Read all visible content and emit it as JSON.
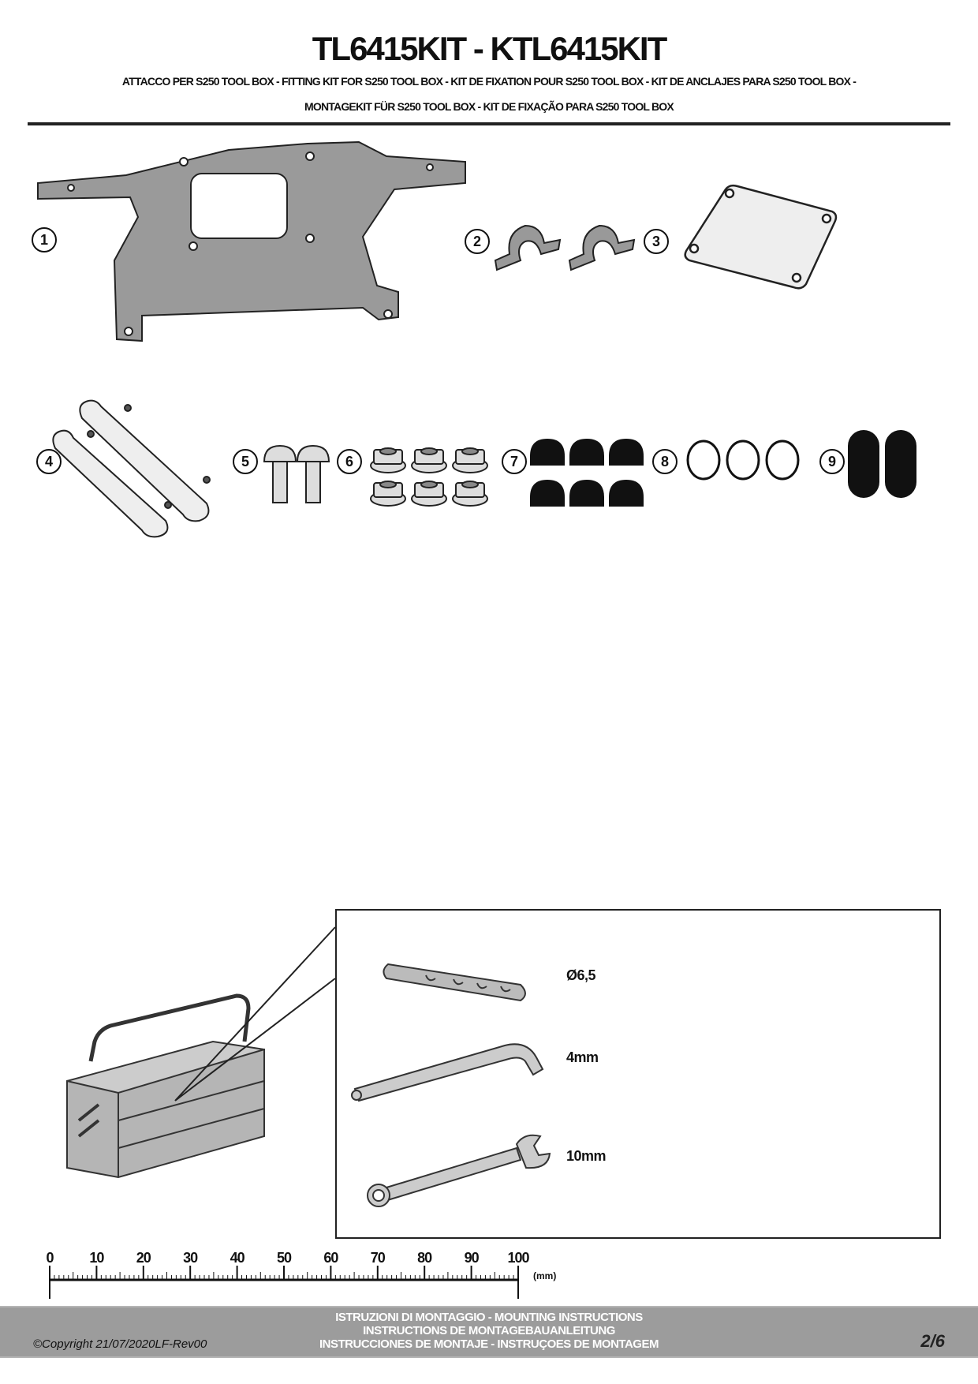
{
  "header": {
    "title": "TL6415KIT - KTL6415KIT",
    "subtitle_line1": "ATTACCO  PER S250 TOOL BOX - FITTING KIT FOR S250 TOOL BOX - KIT DE FIXATION POUR S250 TOOL BOX - KIT DE ANCLAJES PARA S250 TOOL BOX -",
    "subtitle_line2": "MONTAGEKIT FÜR S250 TOOL BOX - KIT DE FIXAÇÃO PARA S250 TOOL BOX"
  },
  "parts": [
    {
      "number": "1",
      "icon": "bracket-plate"
    },
    {
      "number": "2",
      "icon": "u-clamp"
    },
    {
      "number": "3",
      "icon": "flat-plate"
    },
    {
      "number": "4",
      "icon": "spacer-bar"
    },
    {
      "number": "5",
      "icon": "bolt"
    },
    {
      "number": "6",
      "icon": "flange-nut"
    },
    {
      "number": "7",
      "icon": "cap-nut-cover"
    },
    {
      "number": "8",
      "icon": "o-ring"
    },
    {
      "number": "9",
      "icon": "rubber-pad"
    }
  ],
  "tools": [
    {
      "label": "Ø6,5",
      "icon": "drill-bit"
    },
    {
      "label": "4mm",
      "icon": "hex-key"
    },
    {
      "label": "10mm",
      "icon": "combination-wrench"
    }
  ],
  "ruler": {
    "ticks": [
      "0",
      "10",
      "20",
      "30",
      "40",
      "50",
      "60",
      "70",
      "80",
      "90",
      "100"
    ],
    "unit": "(mm)"
  },
  "footer": {
    "line1": "ISTRUZIONI DI MONTAGGIO  -  MOUNTING INSTRUCTIONS",
    "line2": "INSTRUCTIONS DE MONTAGEBAUANLEITUNG",
    "line3": "INSTRUCCIONES DE MONTAJE - INSTRUÇOES DE MONTAGEM",
    "copyright": "©Copyright 21/07/2020LF-Rev00",
    "page": "2/6"
  }
}
